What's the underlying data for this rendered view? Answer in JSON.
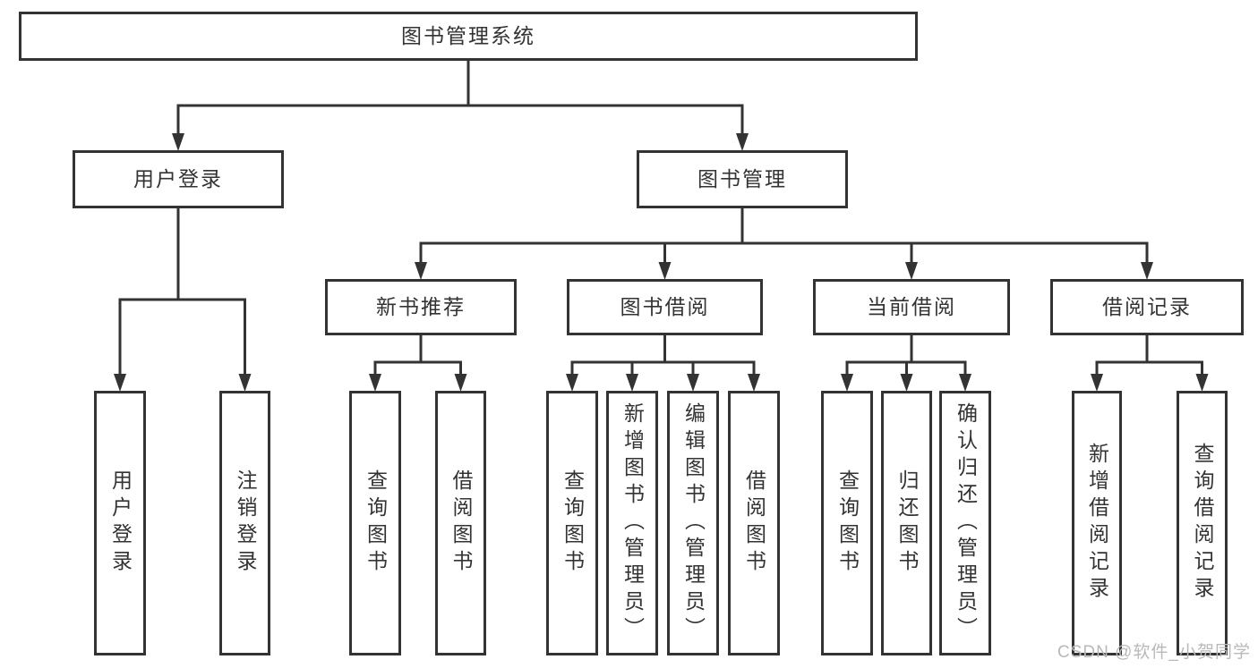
{
  "diagram": {
    "tree": {
      "id": "root",
      "label": "图书管理系统",
      "children": [
        {
          "id": "user-login",
          "label": "用户登录",
          "children": [
            {
              "id": "leaf-user-login",
              "label": "用户登录"
            },
            {
              "id": "leaf-logout",
              "label": "注销登录"
            }
          ]
        },
        {
          "id": "book-mgmt",
          "label": "图书管理",
          "children": [
            {
              "id": "new-books",
              "label": "新书推荐",
              "children": [
                {
                  "id": "nb-query",
                  "label": "查询图书"
                },
                {
                  "id": "nb-borrow",
                  "label": "借阅图书"
                }
              ]
            },
            {
              "id": "borrowing",
              "label": "图书借阅",
              "children": [
                {
                  "id": "bw-query",
                  "label": "查询图书"
                },
                {
                  "id": "bw-add",
                  "label": "新增图书（管理员）"
                },
                {
                  "id": "bw-edit",
                  "label": "编辑图书（管理员）"
                },
                {
                  "id": "bw-borrow",
                  "label": "借阅图书"
                }
              ]
            },
            {
              "id": "current",
              "label": "当前借阅",
              "children": [
                {
                  "id": "cur-query",
                  "label": "查询图书"
                },
                {
                  "id": "cur-return",
                  "label": "归还图书"
                },
                {
                  "id": "cur-confirm",
                  "label": "确认归还（管理员）"
                }
              ]
            },
            {
              "id": "records",
              "label": "借阅记录",
              "children": [
                {
                  "id": "rec-add",
                  "label": "新增借阅记录"
                },
                {
                  "id": "rec-query",
                  "label": "查询借阅记录"
                }
              ]
            }
          ]
        }
      ]
    },
    "colors": {
      "line": "#333333",
      "box_border": "#333333",
      "text": "#333333",
      "background": "#ffffff",
      "watermark": "#b9b9b9"
    }
  },
  "watermark": "CSDN @软件_小贺同学"
}
